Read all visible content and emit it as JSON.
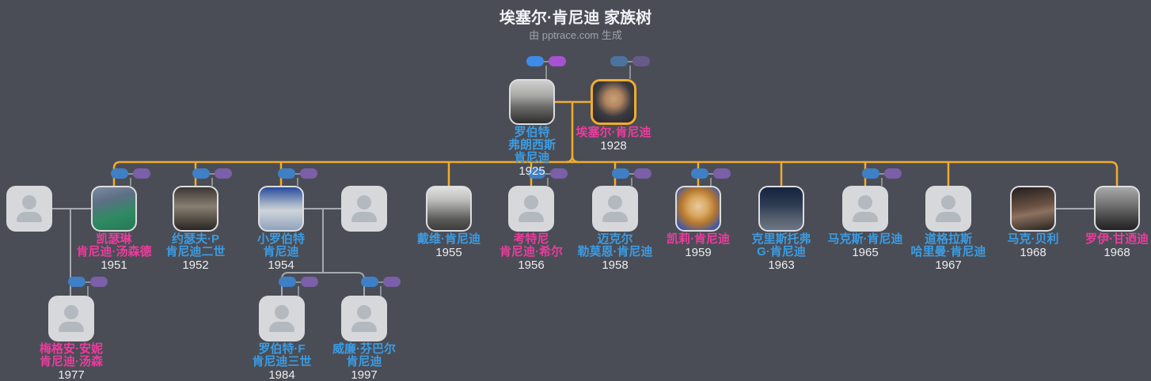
{
  "header": {
    "title": "埃塞尔·肯尼迪 家族树",
    "subtitle": "由 pptrace.com 生成"
  },
  "colors": {
    "background": "#4A4D55",
    "highlight_line": "#F0AC2F",
    "relation_line": "#A5A8AE",
    "male_name": "#3B9CE4",
    "female_name": "#EC3C9E",
    "year_text": "#ECEDEF",
    "pill_blue": "#3F7FC5",
    "pill_purple": "#7B5FA8",
    "pill_blue_bright": "#3E8BE8",
    "pill_purple_bright": "#A653D2",
    "pill_blue_muted": "#4C73A0",
    "pill_purple_muted": "#675988",
    "highlighted_person_border": "#F0AC2F"
  },
  "root_couple": {
    "father": {
      "name": "罗伯特\n弗朗西斯\n肯尼迪",
      "year": "1925",
      "gender": "male"
    },
    "mother": {
      "name": "埃塞尔·肯尼迪",
      "year": "1928",
      "gender": "female",
      "highlighted": true
    }
  },
  "generation2": [
    {
      "relation": "spouse",
      "name": "",
      "year": ""
    },
    {
      "relation": "child",
      "name": "凯瑟琳\n肯尼迪·汤森德",
      "year": "1951",
      "gender": "female"
    },
    {
      "relation": "child",
      "name": "约瑟夫·P\n肯尼迪二世",
      "year": "1952",
      "gender": "male"
    },
    {
      "relation": "child",
      "name": "小罗伯特\n肯尼迪",
      "year": "1954",
      "gender": "male"
    },
    {
      "relation": "spouse",
      "name": "",
      "year": ""
    },
    {
      "relation": "child",
      "name": "戴维·肯尼迪",
      "year": "1955",
      "gender": "male"
    },
    {
      "relation": "child",
      "name": "考特尼\n肯尼迪·希尔",
      "year": "1956",
      "gender": "female"
    },
    {
      "relation": "child",
      "name": "迈克尔\n勒莫恩·肯尼迪",
      "year": "1958",
      "gender": "male"
    },
    {
      "relation": "child",
      "name": "凯莉·肯尼迪",
      "year": "1959",
      "gender": "female"
    },
    {
      "relation": "child",
      "name": "克里斯托弗\nG·肯尼迪",
      "year": "1963",
      "gender": "male"
    },
    {
      "relation": "child",
      "name": "马克斯·肯尼迪",
      "year": "1965",
      "gender": "male"
    },
    {
      "relation": "child",
      "name": "道格拉斯\n哈里曼·肯尼迪",
      "year": "1967",
      "gender": "male"
    },
    {
      "relation": "spouse",
      "name": "马克·贝利",
      "year": "1968",
      "gender": "male"
    },
    {
      "relation": "child",
      "name": "罗伊·甘迺迪",
      "year": "1968",
      "gender": "female"
    }
  ],
  "generation3": [
    {
      "relation": "child",
      "name": "梅格安·安妮\n肯尼迪·汤森",
      "year": "1977",
      "gender": "female"
    },
    {
      "relation": "child",
      "name": "罗伯特·F\n肯尼迪三世",
      "year": "1984",
      "gender": "male"
    },
    {
      "relation": "child",
      "name": "威廉·芬巴尔\n肯尼迪",
      "year": "1997",
      "gender": "male"
    }
  ]
}
